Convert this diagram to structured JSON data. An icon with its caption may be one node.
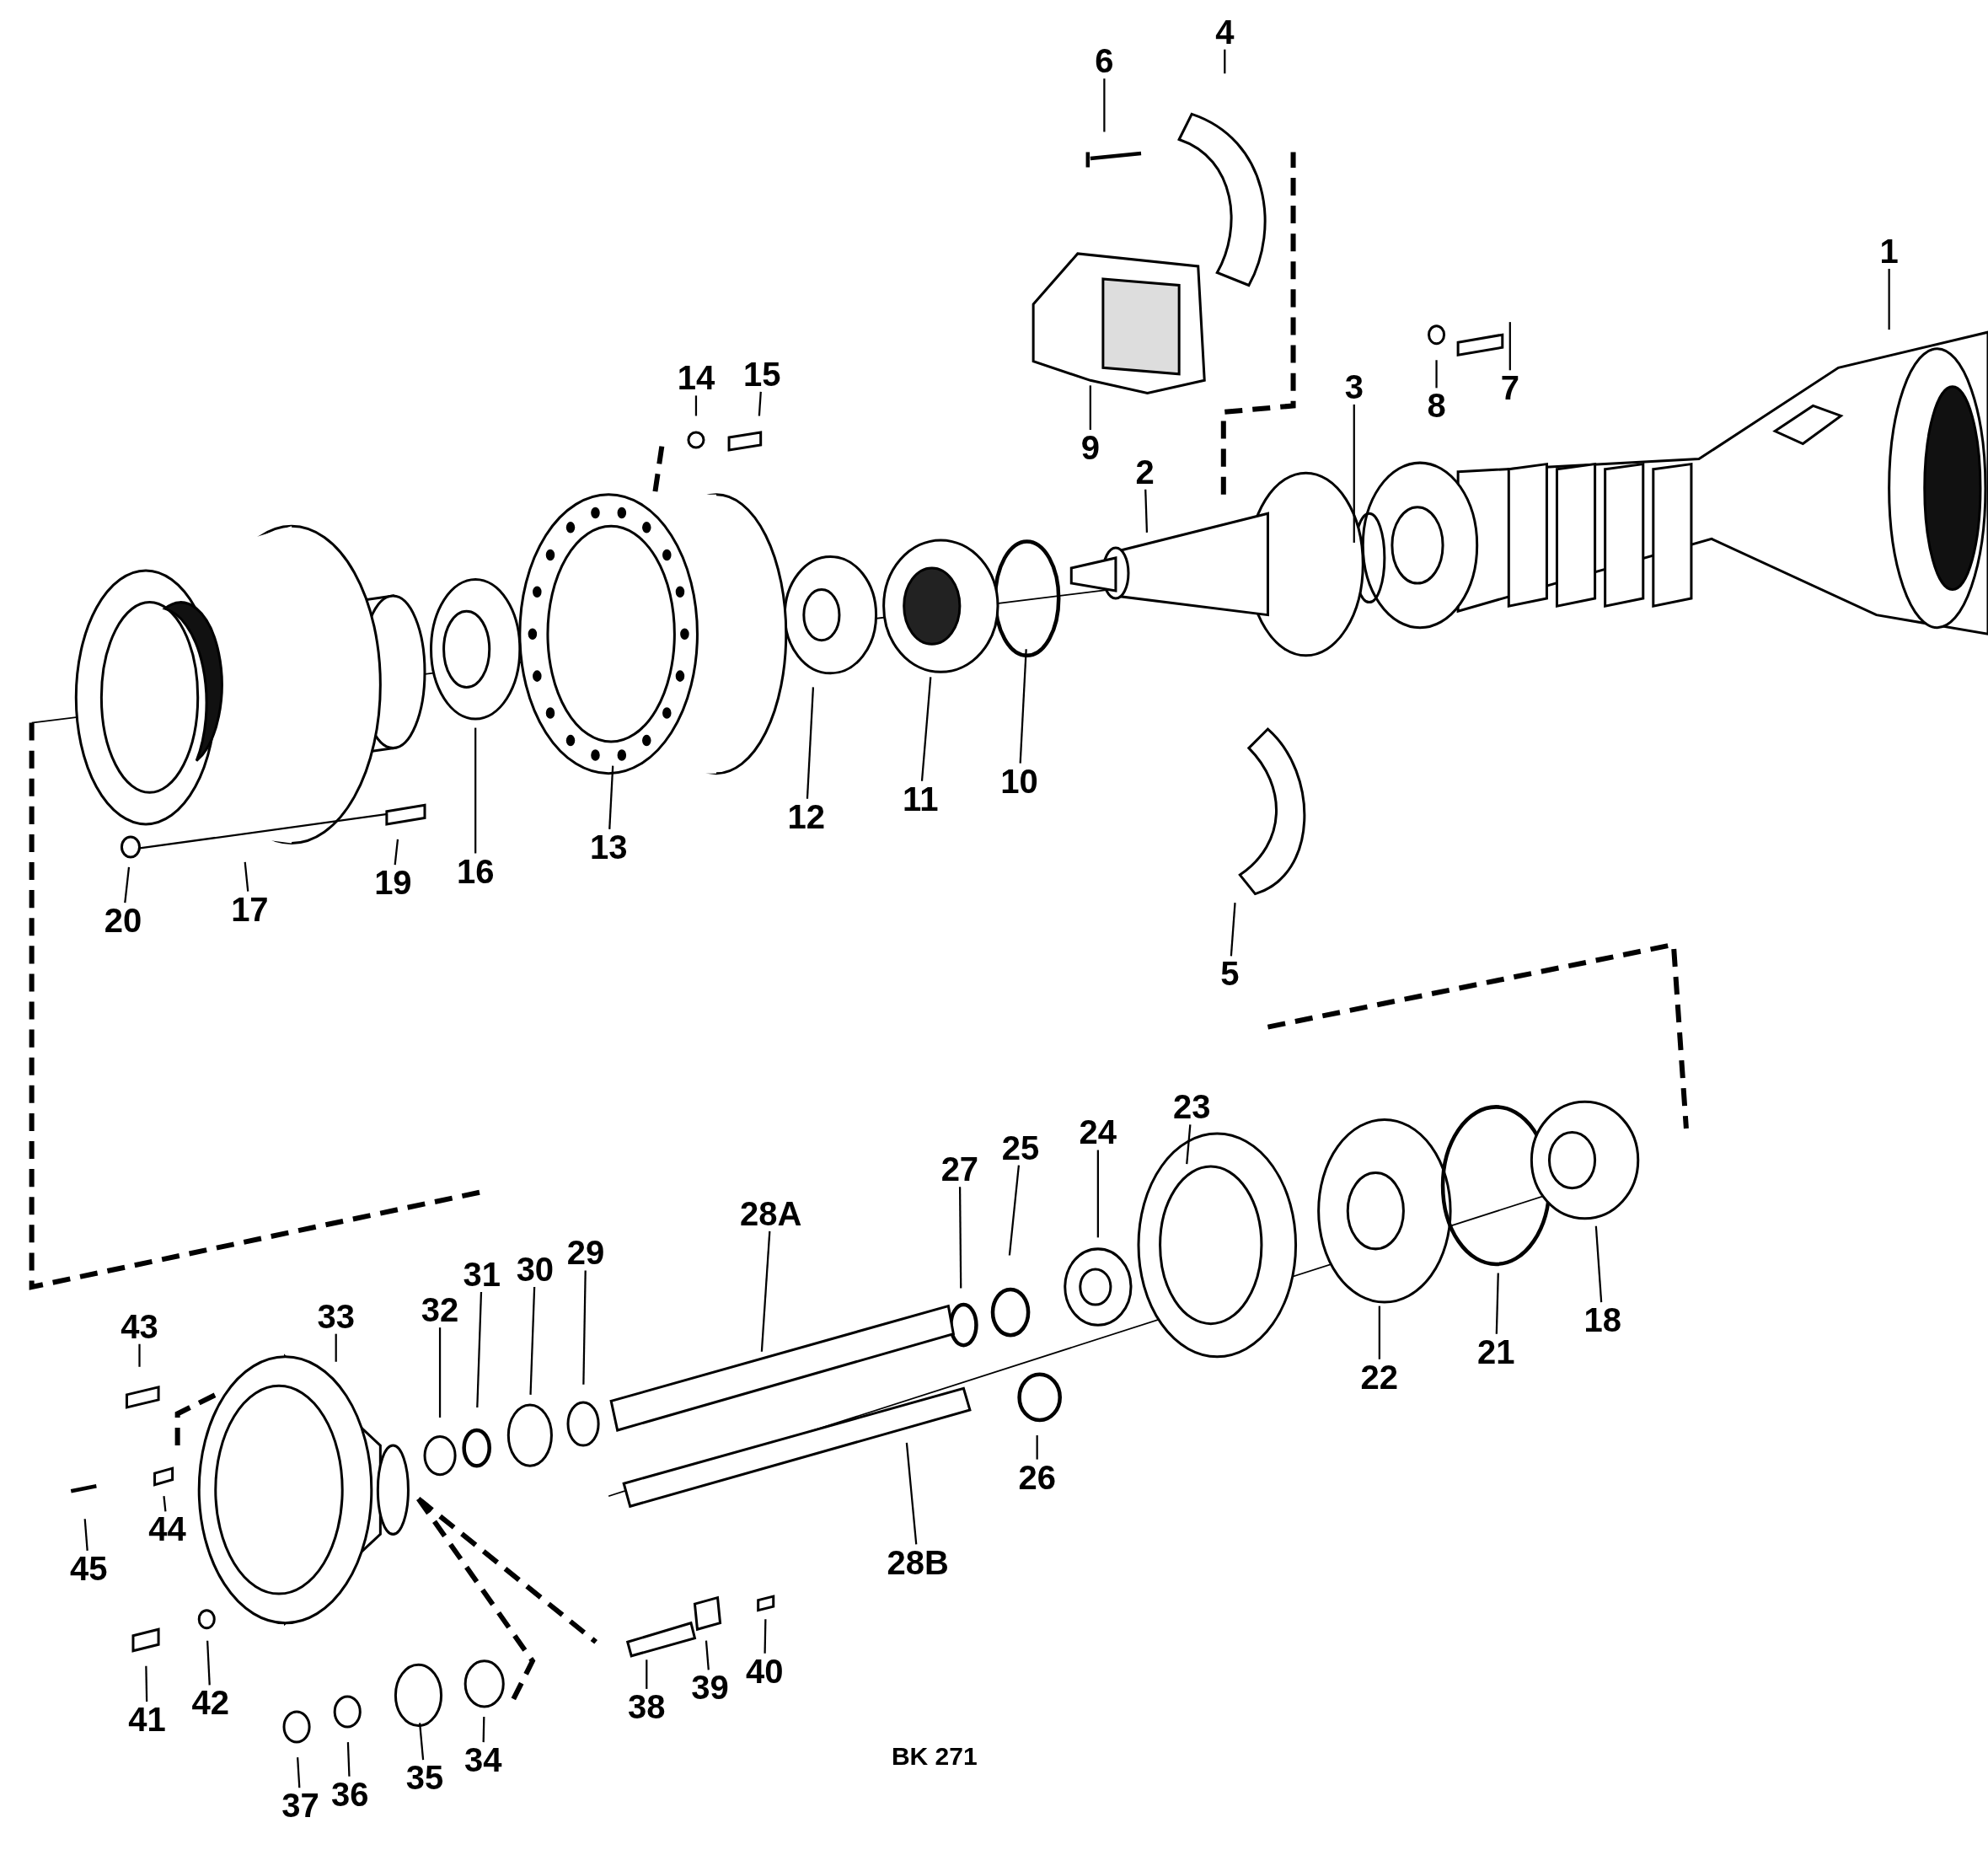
{
  "diagram": {
    "nodes": [
      {
        "text": [
          "1"
        ]
      },
      {
        "text": [
          "2"
        ]
      },
      {
        "text": [
          "3"
        ]
      },
      {
        "text": [
          "4"
        ]
      },
      {
        "text": [
          "5"
        ]
      },
      {
        "text": [
          "6"
        ]
      },
      {
        "text": [
          "7"
        ]
      },
      {
        "text": [
          "8"
        ]
      },
      {
        "text": [
          "9"
        ]
      },
      {
        "text": [
          "10"
        ]
      },
      {
        "text": [
          "11"
        ]
      },
      {
        "text": [
          "12"
        ]
      },
      {
        "text": [
          "13"
        ]
      },
      {
        "text": [
          "14"
        ]
      },
      {
        "text": [
          "15"
        ]
      },
      {
        "text": [
          "16"
        ]
      },
      {
        "text": [
          "17"
        ]
      },
      {
        "text": [
          "18"
        ]
      },
      {
        "text": [
          "19"
        ]
      },
      {
        "text": [
          "20"
        ]
      },
      {
        "text": [
          "21"
        ]
      },
      {
        "text": [
          "22"
        ]
      },
      {
        "text": [
          "23"
        ]
      },
      {
        "text": [
          "24"
        ]
      },
      {
        "text": [
          "25"
        ]
      },
      {
        "text": [
          "26"
        ]
      },
      {
        "text": [
          "27"
        ]
      },
      {
        "text": [
          "28A"
        ]
      },
      {
        "text": [
          "28B"
        ]
      },
      {
        "text": [
          "29"
        ]
      },
      {
        "text": [
          "30"
        ]
      },
      {
        "text": [
          "31"
        ]
      },
      {
        "text": [
          "32"
        ]
      },
      {
        "text": [
          "33"
        ]
      },
      {
        "text": [
          "34"
        ]
      },
      {
        "text": [
          "35"
        ]
      },
      {
        "text": [
          "36"
        ]
      },
      {
        "text": [
          "37"
        ]
      },
      {
        "text": [
          "38"
        ]
      },
      {
        "text": [
          "39"
        ]
      },
      {
        "text": [
          "40"
        ]
      },
      {
        "text": [
          "41"
        ]
      },
      {
        "text": [
          "42"
        ]
      },
      {
        "text": [
          "43"
        ]
      },
      {
        "text": [
          "44"
        ]
      },
      {
        "text": [
          "45"
        ]
      }
    ],
    "edges": [
      {
        "from": 0,
        "to": null,
        "arrow": "none"
      },
      {
        "from": 1,
        "to": null,
        "arrow": "none"
      },
      {
        "from": 2,
        "to": null,
        "arrow": "none"
      },
      {
        "from": 3,
        "to": null,
        "arrow": "none"
      },
      {
        "from": 4,
        "to": null,
        "arrow": "none"
      },
      {
        "from": 5,
        "to": null,
        "arrow": "none"
      },
      {
        "from": 6,
        "to": null,
        "arrow": "none"
      },
      {
        "from": 7,
        "to": null,
        "arrow": "none"
      },
      {
        "from": 8,
        "to": null,
        "arrow": "none"
      },
      {
        "from": 9,
        "to": null,
        "arrow": "none"
      },
      {
        "from": 10,
        "to": null,
        "arrow": "none"
      },
      {
        "from": 11,
        "to": null,
        "arrow": "none"
      },
      {
        "from": 12,
        "to": null,
        "arrow": "none"
      },
      {
        "from": 13,
        "to": null,
        "arrow": "none"
      },
      {
        "from": 14,
        "to": null,
        "arrow": "none"
      },
      {
        "from": 15,
        "to": null,
        "arrow": "none"
      },
      {
        "from": 16,
        "to": null,
        "arrow": "none"
      },
      {
        "from": 17,
        "to": null,
        "arrow": "none"
      },
      {
        "from": 18,
        "to": null,
        "arrow": "none"
      },
      {
        "from": 19,
        "to": null,
        "arrow": "none"
      },
      {
        "from": 20,
        "to": null,
        "arrow": "none"
      },
      {
        "from": 21,
        "to": null,
        "arrow": "none"
      },
      {
        "from": 22,
        "to": null,
        "arrow": "none"
      },
      {
        "from": 23,
        "to": null,
        "arrow": "none"
      },
      {
        "from": 24,
        "to": null,
        "arrow": "none"
      },
      {
        "from": 25,
        "to": null,
        "arrow": "none"
      },
      {
        "from": 26,
        "to": null,
        "arrow": "none"
      },
      {
        "from": 27,
        "to": null,
        "arrow": "none"
      },
      {
        "from": 28,
        "to": null,
        "arrow": "none"
      },
      {
        "from": 29,
        "to": null,
        "arrow": "none"
      },
      {
        "from": 30,
        "to": null,
        "arrow": "none"
      },
      {
        "from": 31,
        "to": null,
        "arrow": "none"
      },
      {
        "from": 32,
        "to": null,
        "arrow": "none"
      },
      {
        "from": 33,
        "to": null,
        "arrow": "none"
      },
      {
        "from": 34,
        "to": null,
        "arrow": "none"
      },
      {
        "from": 35,
        "to": null,
        "arrow": "none"
      },
      {
        "from": 36,
        "to": null,
        "arrow": "none"
      },
      {
        "from": 37,
        "to": null,
        "arrow": "none"
      },
      {
        "from": 38,
        "to": null,
        "arrow": "none"
      },
      {
        "from": 39,
        "to": null,
        "arrow": "none"
      },
      {
        "from": 40,
        "to": null,
        "arrow": "none"
      },
      {
        "from": 41,
        "to": null,
        "arrow": "none"
      },
      {
        "from": 42,
        "to": null,
        "arrow": "none"
      },
      {
        "from": 43,
        "to": null,
        "arrow": "none"
      },
      {
        "from": 44,
        "to": null,
        "arrow": "none"
      },
      {
        "from": 45,
        "to": null,
        "arrow": "none"
      }
    ],
    "labels": [
      "BK 271"
    ]
  }
}
